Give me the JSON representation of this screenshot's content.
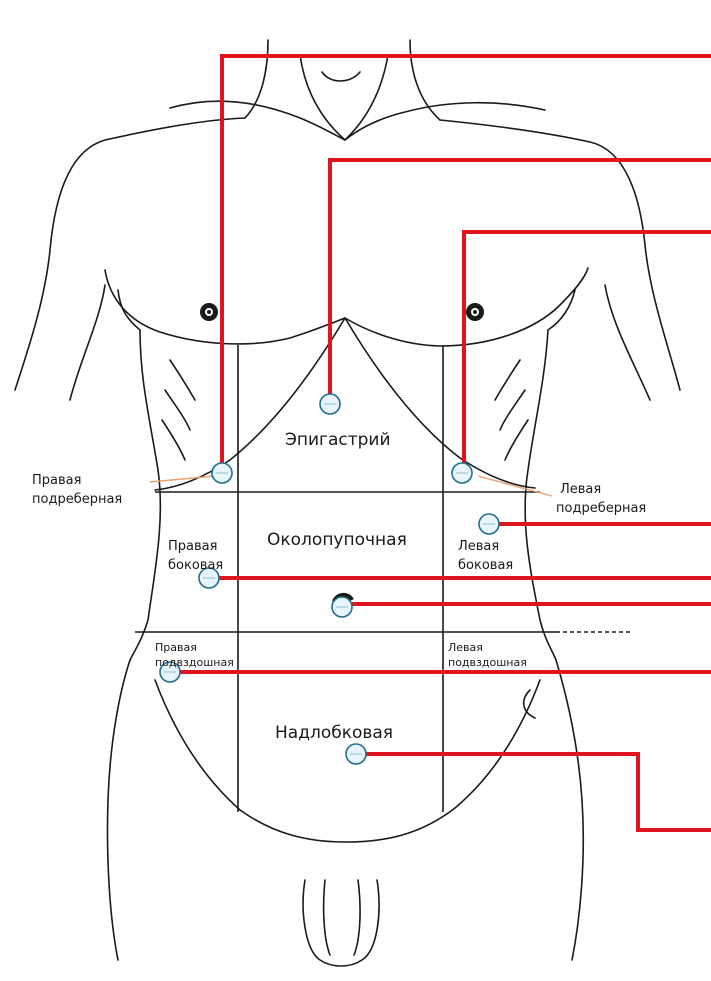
{
  "colors": {
    "outline": "#1a1a1a",
    "leader": "#e0141e",
    "marker_fill": "#e8f4fb",
    "marker_stroke": "#1f6f8b",
    "pointer": "#e8a070"
  },
  "regions": {
    "epigastric": "Эпигастрий",
    "right_hypochondriac_1": "Правая",
    "right_hypochondriac_2": "подреберная",
    "left_hypochondriac_1": "Левая",
    "left_hypochondriac_2": "подреберная",
    "umbilical": "Околопупочная",
    "right_lumbar_1": "Правая",
    "right_lumbar_2": "боковая",
    "left_lumbar_1": "Левая",
    "left_lumbar_2": "боковая",
    "right_iliac_1": "Правая",
    "right_iliac_2": "подвздошная",
    "left_iliac_1": "Левая",
    "left_iliac_2": "подвздошная",
    "hypogastric": "Надлобковая"
  },
  "icons": {
    "marker": "region-marker-circle",
    "nipple": "nipple-icon",
    "navel": "navel-icon"
  }
}
